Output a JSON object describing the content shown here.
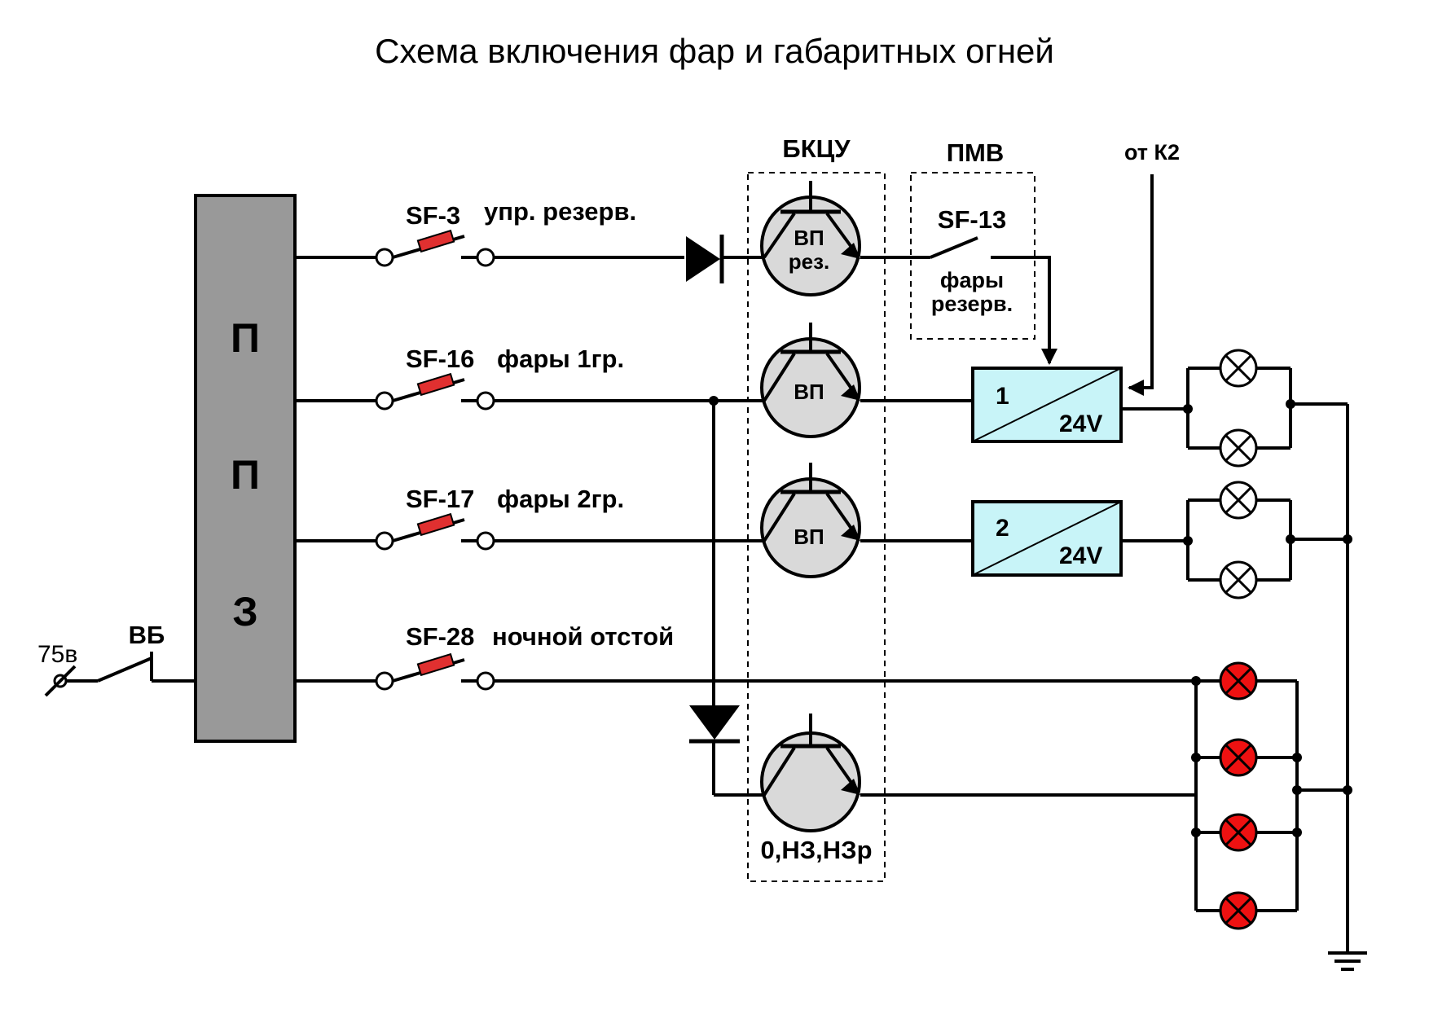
{
  "title": "Схема включения фар и габаритных огней",
  "panel": {
    "letters": [
      "П",
      "П",
      "З"
    ]
  },
  "supply": {
    "voltage": "75в",
    "switch": "ВБ"
  },
  "breakers": [
    {
      "id": "SF-3",
      "desc": "упр. резерв."
    },
    {
      "id": "SF-16",
      "desc": "фары 1гр."
    },
    {
      "id": "SF-17",
      "desc": "фары 2гр."
    },
    {
      "id": "SF-28",
      "desc": "ночной отстой"
    }
  ],
  "bkcu": {
    "label": "БКЦУ",
    "transistors": [
      {
        "line1": "ВП",
        "line2": "рез."
      },
      {
        "line1": "ВП",
        "line2": ""
      },
      {
        "line1": "ВП",
        "line2": ""
      },
      {
        "line1": "",
        "line2": ""
      }
    ],
    "bottom_label": "0,НЗ,НЗр"
  },
  "pmv": {
    "label": "ПМВ",
    "switch": "SF-13",
    "desc_line1": "фары",
    "desc_line2": "резерв."
  },
  "k2": {
    "label": "от К2"
  },
  "converters": [
    {
      "num": "1",
      "voltage": "24V"
    },
    {
      "num": "2",
      "voltage": "24V"
    }
  ],
  "colors": {
    "panel": "#999999",
    "converter": "#c8f4f8",
    "transistor": "#d9d9d9",
    "breaker": "#e03030",
    "lamp_red": "#ee1111"
  }
}
